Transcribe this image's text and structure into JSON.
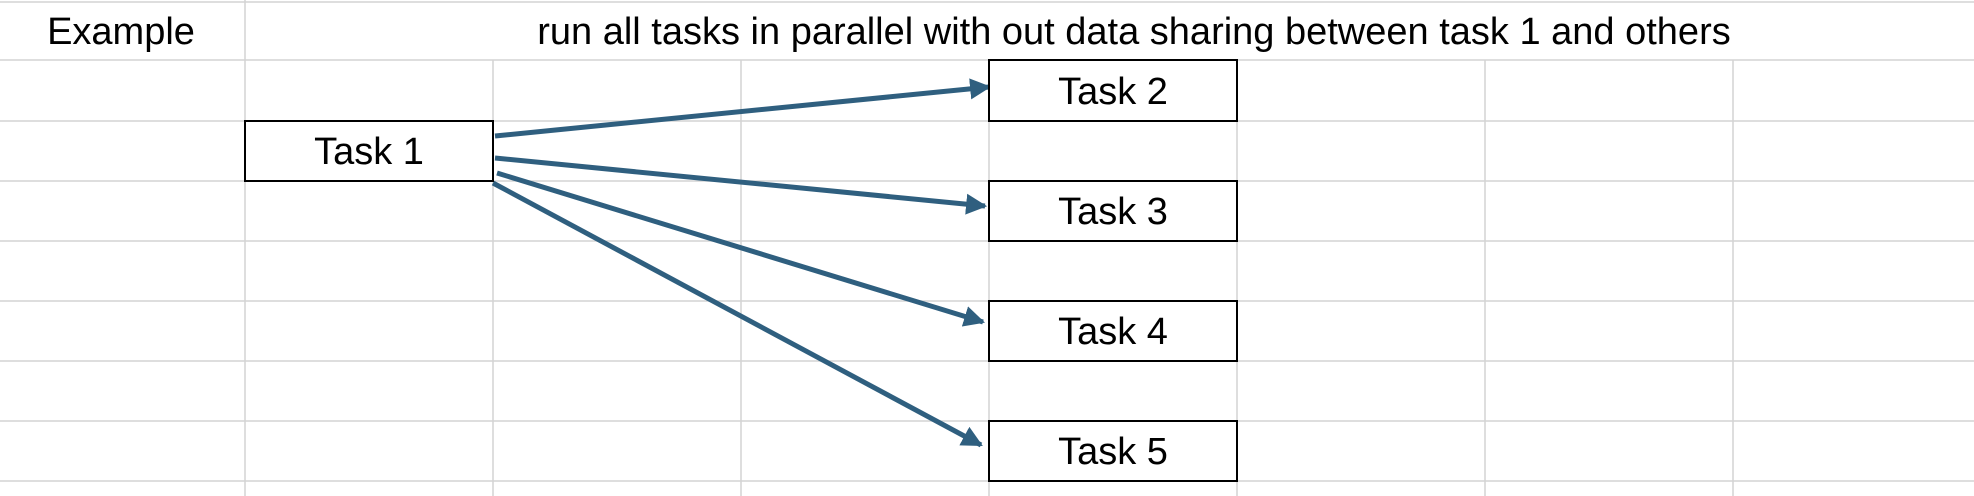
{
  "sheet": {
    "corner_label": "Example",
    "header_text": "run all tasks in parallel with out data sharing between task 1 and others"
  },
  "diagram": {
    "arrow_color": "#2f5f7f",
    "source": {
      "label": "Task 1"
    },
    "targets": [
      {
        "label": "Task 2"
      },
      {
        "label": "Task 3"
      },
      {
        "label": "Task 4"
      },
      {
        "label": "Task 5"
      }
    ]
  }
}
